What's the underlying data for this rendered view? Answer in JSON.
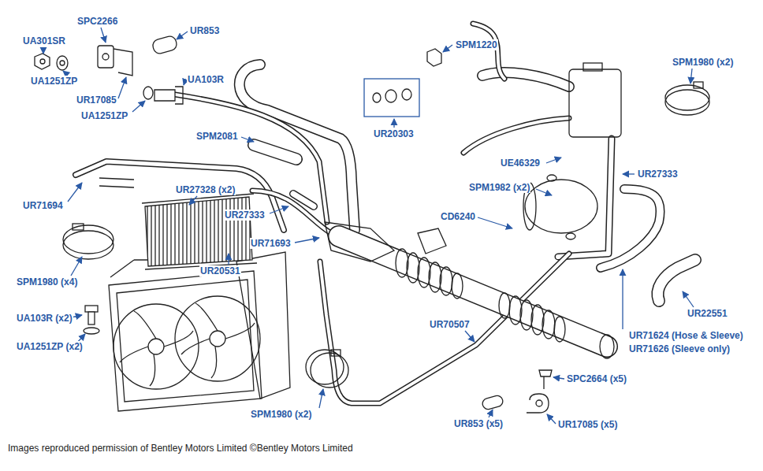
{
  "diagram": {
    "caption": "Images reproduced permission of Bentley Motors Limited ©Bentley Motors Limited",
    "labels": [
      "SPC2266",
      "UA301SR",
      "UR853",
      "UA1251ZP",
      "UA103R",
      "UR17085",
      "UA1251ZP",
      "SPM2081",
      "SPM1220",
      "UR20303",
      "SPM1980 (x2)",
      "UE46329",
      "UR27333",
      "SPM1982 (x2)",
      "UR27328 (x2)",
      "UR71694",
      "UR27333",
      "CD6240",
      "UR71693",
      "UR20531",
      "SPM1980 (x4)",
      "UA103R (x2)",
      "UA1251ZP (x2)",
      "UR70507",
      "UR22551",
      "UR71624 (Hose & Sleeve)",
      "UR71626 (Sleeve only)",
      "SPC2664 (x5)",
      "SPM1980 (x2)",
      "UR853 (x5)",
      "UR17085 (x5)"
    ]
  }
}
